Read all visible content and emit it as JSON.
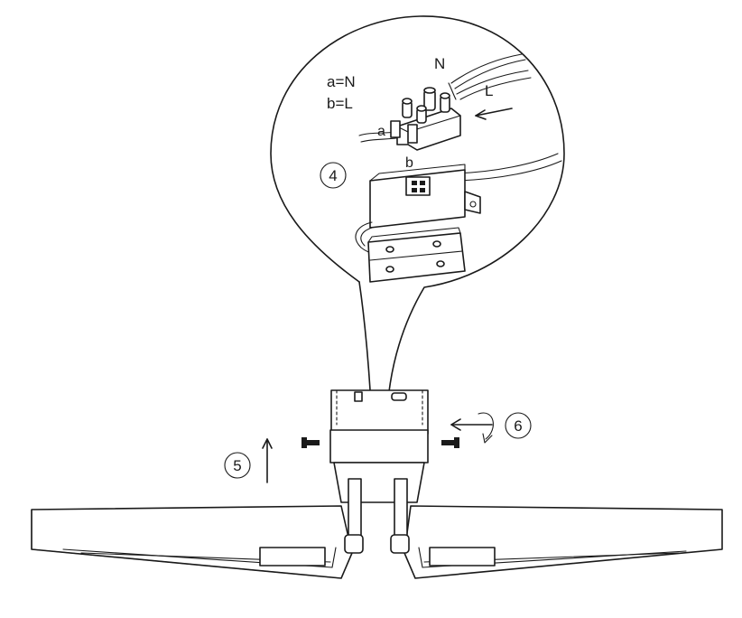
{
  "legend": {
    "line_a": "a=N",
    "line_b": "b=L"
  },
  "wire_labels": {
    "n": "N",
    "l": "L",
    "a": "a",
    "b": "b"
  },
  "steps": {
    "step_4": "4",
    "step_5": "5",
    "step_6": "6"
  }
}
